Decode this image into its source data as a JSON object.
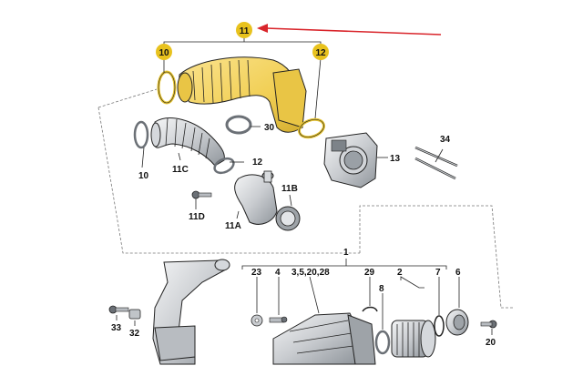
{
  "labels": {
    "l11": "11",
    "l10": "10",
    "l12": "12",
    "l30": "30",
    "l34": "34",
    "l10b": "10",
    "l11c": "11C",
    "l12b": "12",
    "l13": "13",
    "l11b": "11B",
    "l11d": "11D",
    "l11a": "11A",
    "l1": "1",
    "l23": "23",
    "l4": "4",
    "l3_5": "3,5,20,28",
    "l29": "29",
    "l2": "2",
    "l7": "7",
    "l6": "6",
    "l8": "8",
    "l33": "33",
    "l32": "32",
    "l20": "20"
  },
  "colors": {
    "highlight": "#f2d03a",
    "callout_circle": "#e8c21e",
    "arrow": "#d9252b",
    "part_fill": "#e3e5e8",
    "part_dark": "#7d8389",
    "duct_fill": "#f4d76a",
    "duct_shade": "#d9b73f"
  },
  "icons": {
    "arrow": "red-pointer-arrow"
  }
}
